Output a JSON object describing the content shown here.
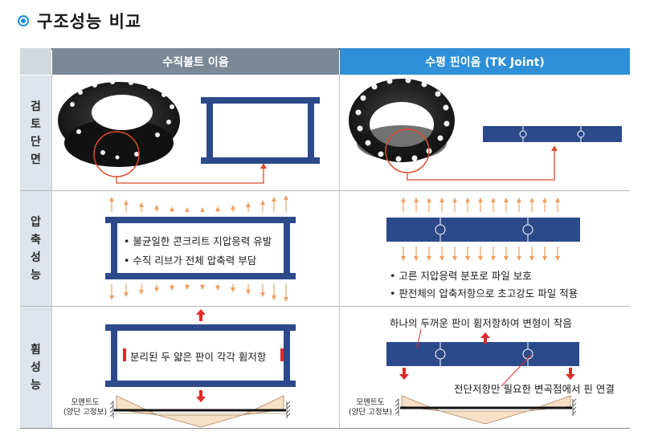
{
  "title": "구조성능 비교",
  "header": {
    "left": "수직볼트 이음",
    "right": "수평 핀이음 (TK Joint)"
  },
  "rows": {
    "review": [
      "검",
      "토",
      "단",
      "면"
    ],
    "compression": [
      "압",
      "축",
      "성",
      "능"
    ],
    "bending": [
      "휨",
      "성",
      "능"
    ]
  },
  "compression": {
    "left_notes": [
      "• 불균일한 콘크리트 지압응력 유발",
      "• 수직 리브가 전체 압축력 부담"
    ],
    "right_notes": [
      "• 고른 지압응력 분포로 파일 보호",
      "• 판전체의 압축저항으로 초고강도 파일 적용"
    ]
  },
  "bending": {
    "left_note": "분리된 두 얇은 판이 각각 휨저항",
    "right_top_note": "하나의 두꺼운 판이 휨저항하여 변형이 작음",
    "right_bottom_note": "전단저항만 필요한 변곡점에서 핀 연결",
    "moment_label_1": "모멘트도",
    "moment_label_2": "(양단 고정보)"
  },
  "colors": {
    "plate": "#2c4a8a",
    "arrow": "#f0a060",
    "red": "#e02a2a",
    "accent": "#1f8fe0"
  }
}
